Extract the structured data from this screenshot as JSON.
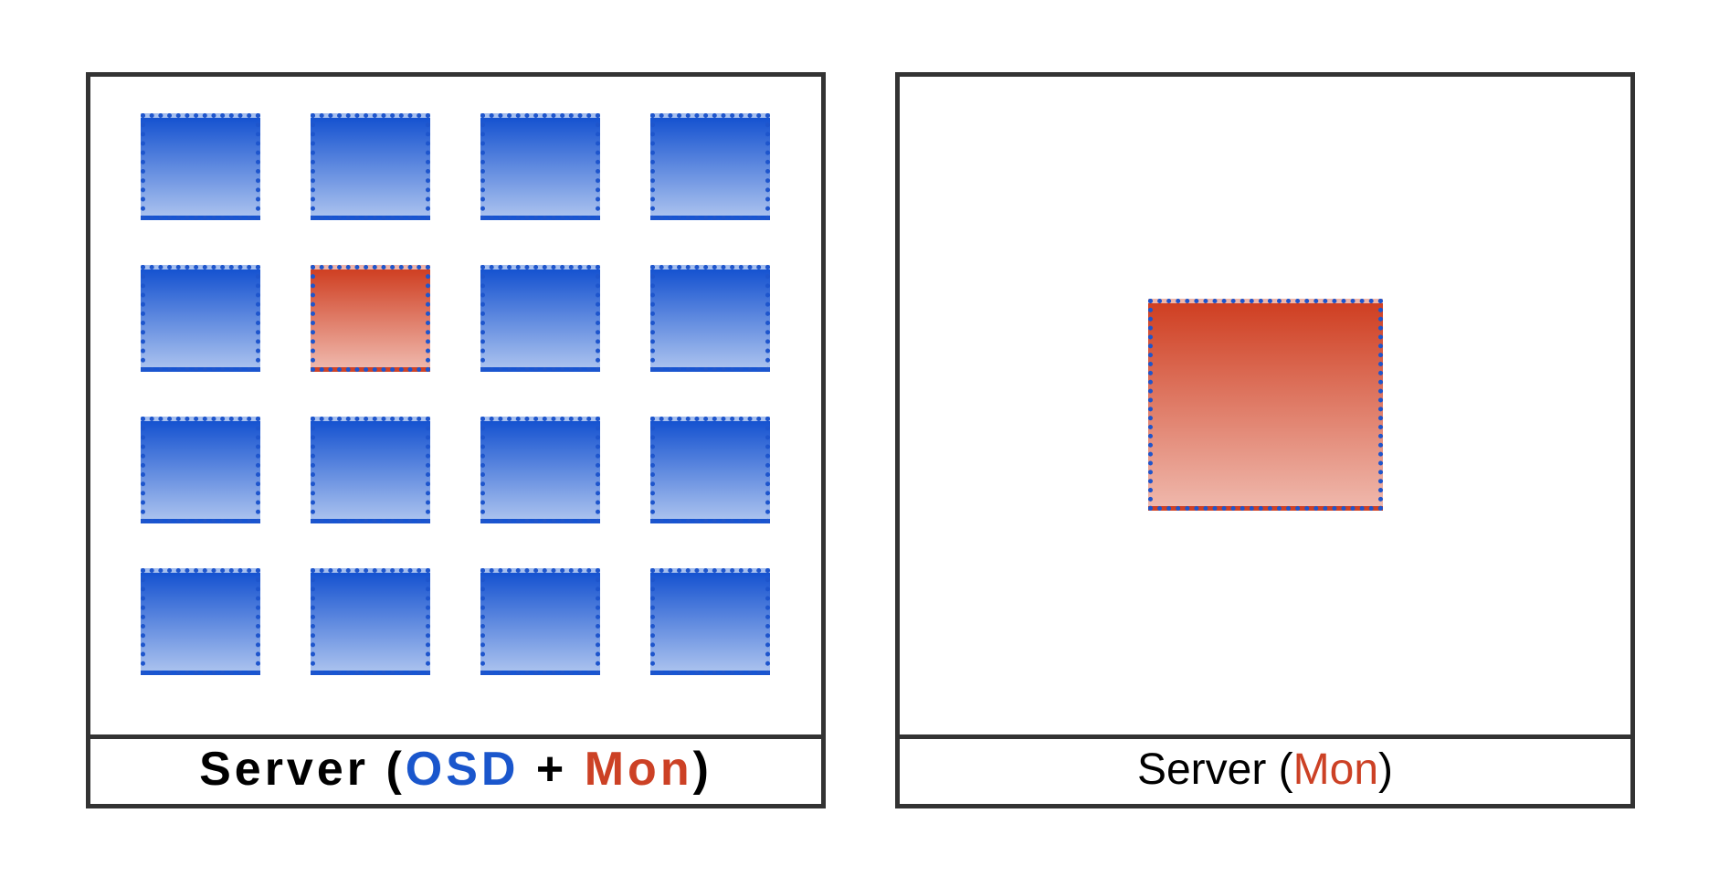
{
  "colors": {
    "osd": "#1a56cc",
    "mon": "#cc4125",
    "frame": "#333333",
    "daemon_border": "#1e55cc"
  },
  "servers": [
    {
      "label": {
        "prefix": "Server (",
        "osd": "OSD",
        "plus": " + ",
        "mon": "Mon",
        "suffix": ")"
      },
      "grid": [
        [
          "osd",
          "osd",
          "osd",
          "osd"
        ],
        [
          "osd",
          "mon",
          "osd",
          "osd"
        ],
        [
          "osd",
          "osd",
          "osd",
          "osd"
        ],
        [
          "osd",
          "osd",
          "osd",
          "osd"
        ]
      ]
    },
    {
      "label": {
        "prefix": "Server (",
        "mon": "Mon",
        "suffix": ")"
      },
      "daemons": [
        "mon"
      ]
    }
  ]
}
